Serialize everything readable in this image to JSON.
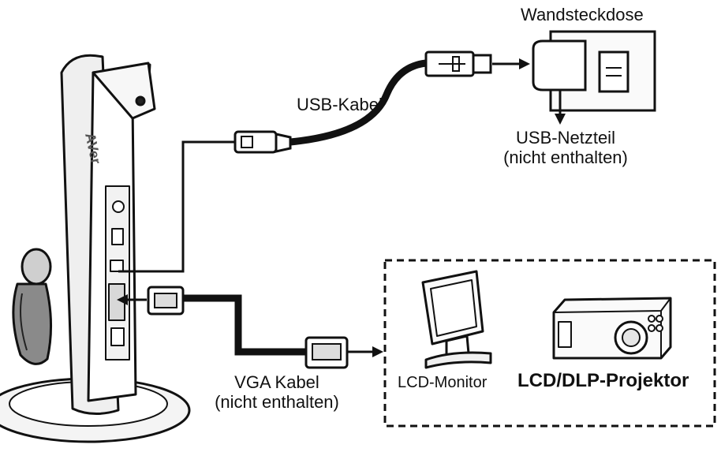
{
  "header_fragment": "",
  "labels": {
    "wall_outlet": "Wandsteckdose",
    "usb_cable": "USB-Kabel",
    "usb_adapter": "USB-Netzteil",
    "usb_adapter_note": "(nicht enthalten)",
    "vga_cable": "VGA Kabel",
    "vga_cable_note": "(nicht enthalten)",
    "lcd_monitor": "LCD-Monitor",
    "projector": "LCD/DLP-Projektor"
  },
  "device_logo": "AVer"
}
